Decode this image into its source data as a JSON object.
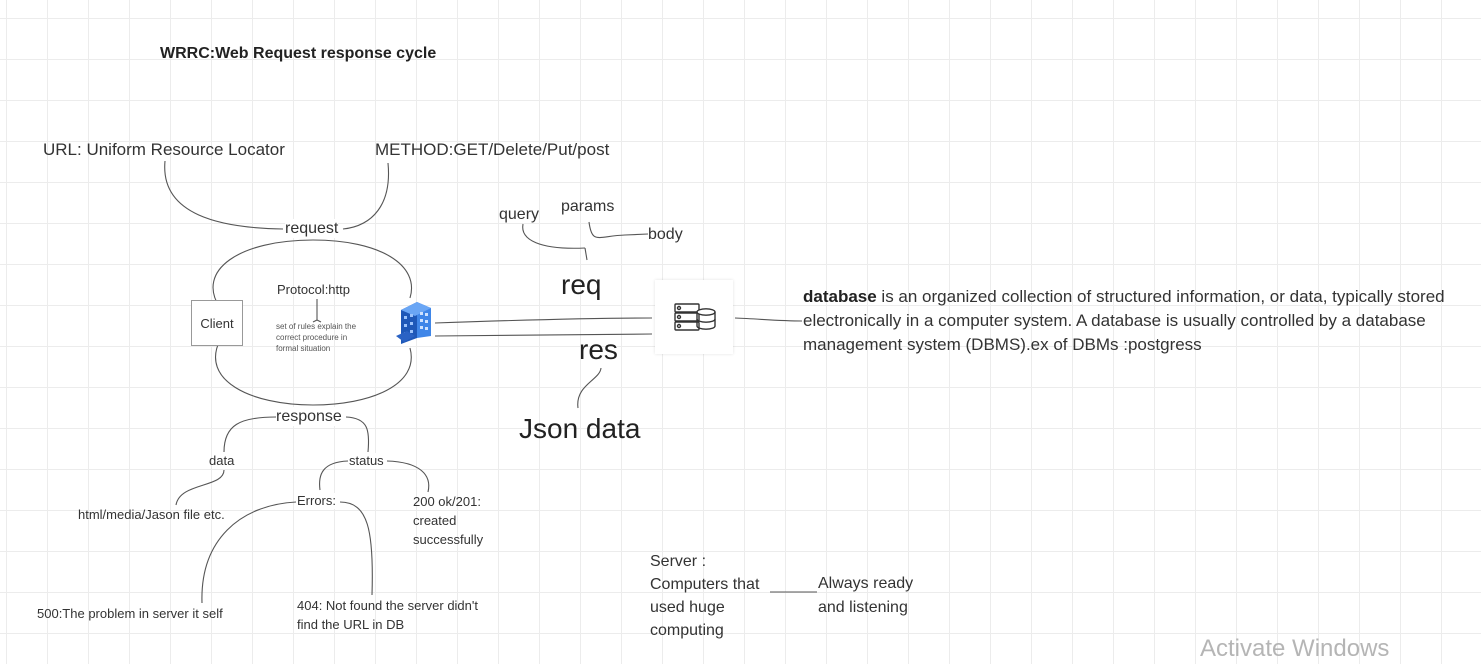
{
  "diagram": {
    "title": "WRRC:Web Request response cycle",
    "url_label": "URL: Uniform Resource Locator",
    "method_label": "METHOD:GET/Delete/Put/post",
    "request_label": "request",
    "client_label": "Client",
    "protocol_label": "Protocol:http",
    "protocol_desc": "set of rules explain the correct procedure in formal situation",
    "response_label": "response",
    "data_label": "data",
    "data_desc": "html/media/Jason file etc.",
    "status_label": "status",
    "errors_label": "Errors:",
    "success_desc": "200 ok/201: created successfully",
    "error_500": "500:The problem in server it self",
    "error_404": "404: Not found the server didn't find the URL in DB",
    "query_label": "query",
    "params_label": "params",
    "body_label": "body",
    "req_label": "req",
    "res_label": "res",
    "json_label": "Json data",
    "database_term": "database",
    "database_desc": " is an organized collection of structured information, or data, typically stored electronically in a computer system. A database is usually controlled by a database management system (DBMS).ex of DBMs :postgress",
    "server_desc": "Server : Computers that used huge computing",
    "server_state": "Always ready and listening"
  },
  "watermark": "Activate Windows",
  "icons": {
    "client_device": "building-icon",
    "server": "database-server-icon"
  },
  "colors": {
    "building_blue": "#2f6fd6",
    "line": "#555555",
    "grid": "#ececec"
  }
}
